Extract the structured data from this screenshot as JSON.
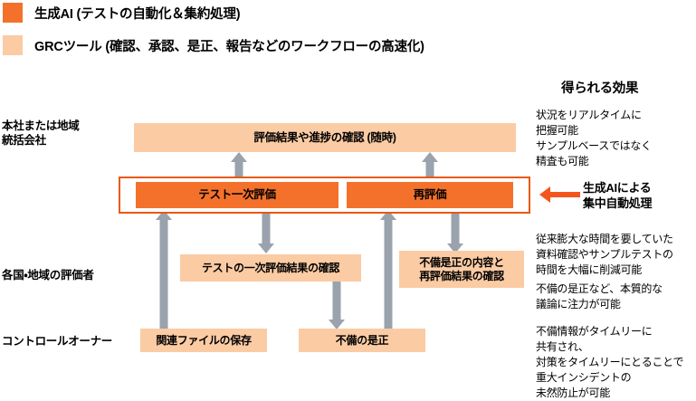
{
  "legend": {
    "items": [
      {
        "label": "生成AI (テストの自動化＆集約処理)",
        "color": "#F4712B",
        "name": "generative-ai"
      },
      {
        "label": "GRCツール (確認、承認、是正、報告などのワークフローの高速化)",
        "color": "#FBCBA4",
        "name": "grc-tool"
      }
    ]
  },
  "swimlanes": {
    "headquarters": "本社または地域\n統括会社",
    "evaluators": "各国・地域の評価者",
    "control_owner": "コントロールオーナー"
  },
  "boxes": {
    "review_progress": "評価結果や進捗の確認 (随時)",
    "test_first_eval": "テスト一次評価",
    "re_eval": "再評価",
    "confirm_first_result": "テストの一次評価結果の確認",
    "confirm_remediation": "不備是正の内容と\n再評価結果の確認",
    "save_files": "関連ファイルの保存",
    "fix_deficiency": "不備の是正"
  },
  "callout": {
    "label": "生成AIによる\n集中自動処理",
    "arrow_color": "#F4551D"
  },
  "effects": {
    "title": "得られる効果",
    "blocks": [
      "状況をリアルタイムに\n把握可能\nサンプルベースではなく\n精査も可能",
      "従来膨大な時間を要していた\n資料確認やサンプルテストの\n時間を大幅に削減可能",
      "不備の是正など、本質的な\n議論に注力が可能",
      "不備情報がタイムリーに\n共有され、\n対策をタイムリーにとることで\n重大インシデントの\n未然防止が可能"
    ]
  },
  "colors": {
    "orange": "#F4712B",
    "peach": "#FBCBA4",
    "container_border": "#E8590C",
    "arrow_gray": "#9AA2AE"
  }
}
